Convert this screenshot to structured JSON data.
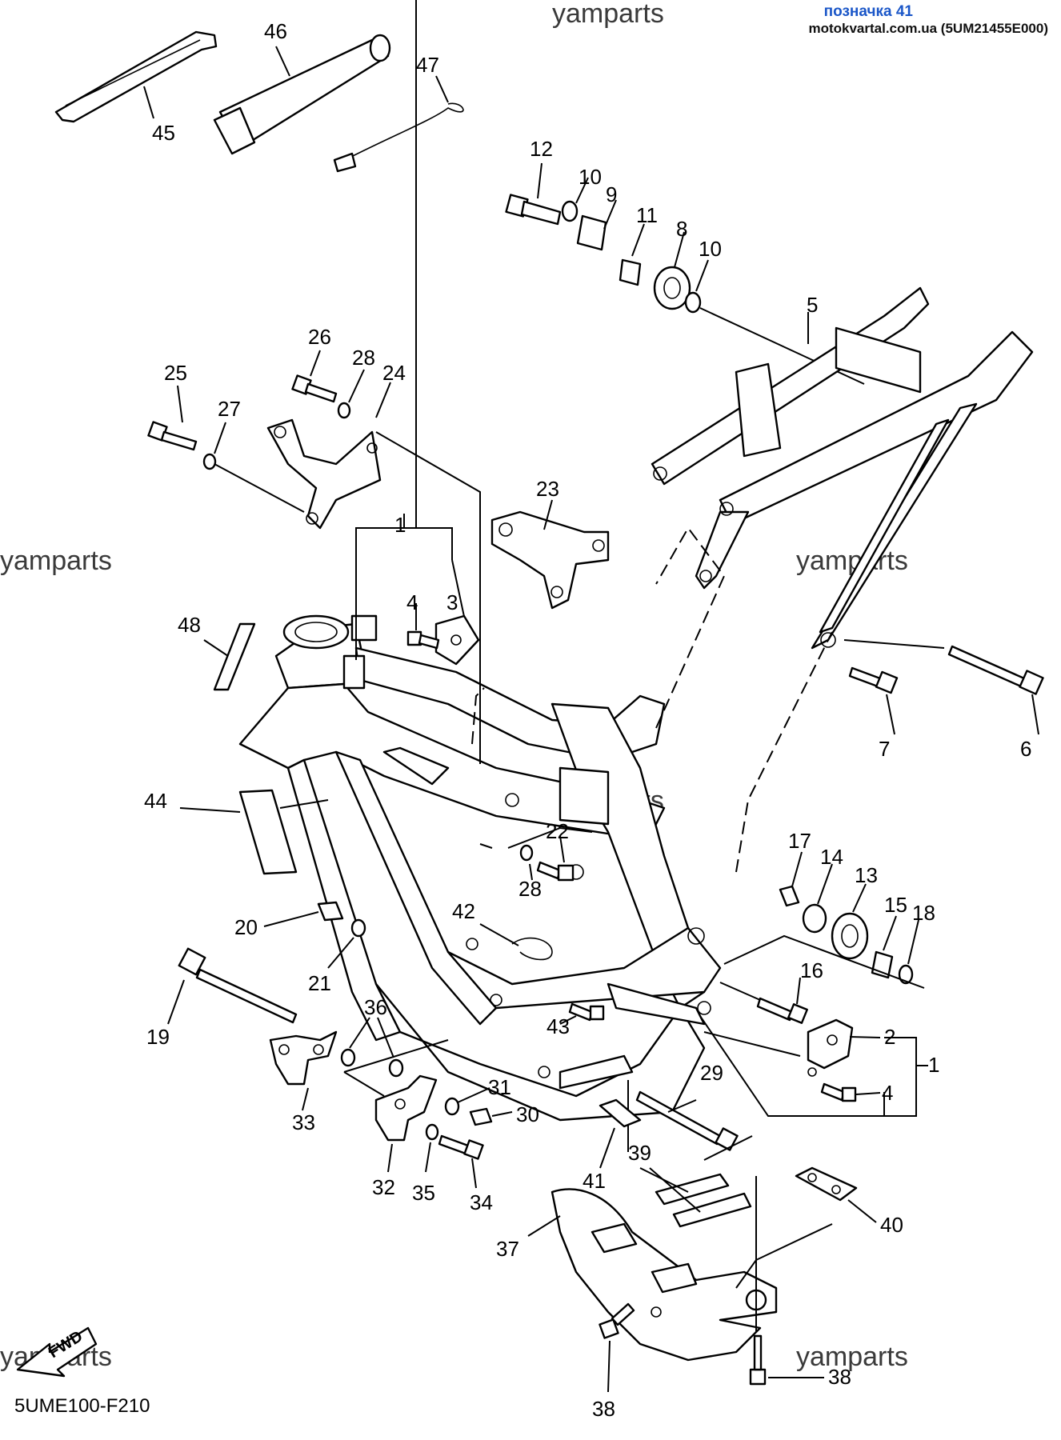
{
  "header": {
    "reference_label": "позначка 41",
    "source_line": "motokvartal.com.ua (5UM21455E000)"
  },
  "watermark": "yamparts",
  "diagram_code": "5UME100-F210",
  "fwd_label": "FWD",
  "callouts": {
    "c1a": "1",
    "c1b": "1",
    "c2": "2",
    "c3": "3",
    "c4a": "4",
    "c4b": "4",
    "c5": "5",
    "c6": "6",
    "c7": "7",
    "c8": "8",
    "c9": "9",
    "c10a": "10",
    "c10b": "10",
    "c11": "11",
    "c12": "12",
    "c13": "13",
    "c14": "14",
    "c15": "15",
    "c16": "16",
    "c17": "17",
    "c18": "18",
    "c19": "19",
    "c20": "20",
    "c21": "21",
    "c22": "22",
    "c23": "23",
    "c24": "24",
    "c25": "25",
    "c26": "26",
    "c27": "27",
    "c28a": "28",
    "c28b": "28",
    "c29": "29",
    "c30": "30",
    "c31": "31",
    "c32": "32",
    "c33": "33",
    "c34": "34",
    "c35": "35",
    "c36": "36",
    "c37": "37",
    "c38a": "38",
    "c38b": "38",
    "c39": "39",
    "c40": "40",
    "c41": "41",
    "c42": "42",
    "c43": "43",
    "c44": "44",
    "c45": "45",
    "c46": "46",
    "c47": "47",
    "c48": "48"
  }
}
